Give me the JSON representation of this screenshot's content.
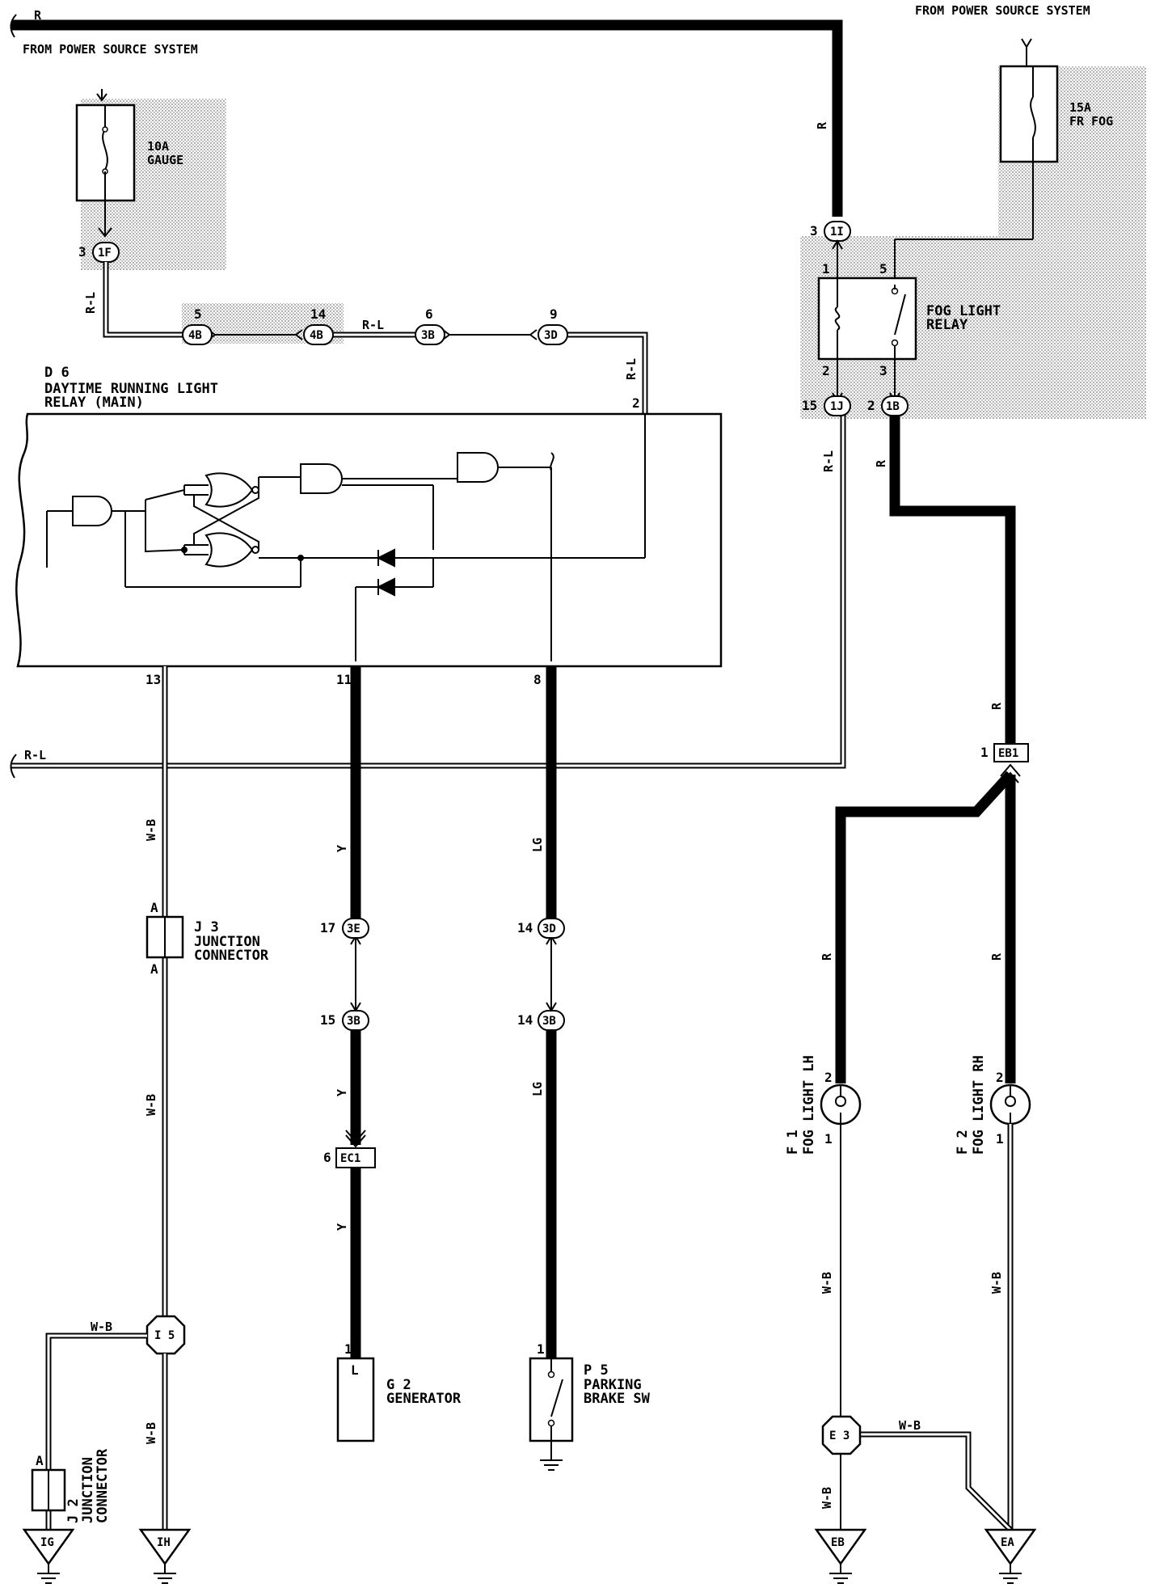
{
  "power": {
    "left_source": "FROM POWER SOURCE SYSTEM",
    "right_source": "FROM POWER SOURCE SYSTEM",
    "fuse_gauge_rating": "10A",
    "fuse_gauge_name": "GAUGE",
    "fuse_fog_rating": "15A",
    "fuse_fog_name": "FR FOG"
  },
  "relay_main": {
    "id": "D 6",
    "line1": "DAYTIME RUNNING LIGHT",
    "line2": "RELAY (MAIN)",
    "pin_2": "2",
    "pin_13": "13",
    "pin_11": "11",
    "pin_8": "8"
  },
  "fog_relay": {
    "line1": "FOG LIGHT",
    "line2": "RELAY",
    "pin_1": "1",
    "pin_2": "2",
    "pin_3": "3",
    "pin_5": "5"
  },
  "wires": {
    "r": "R",
    "rl": "R-L",
    "wb": "W-B",
    "y": "Y",
    "lg": "LG"
  },
  "connectors": {
    "c_1F": "1F",
    "c_1F_pin": "3",
    "c_4B_a": "4B",
    "c_4B_a_pin": "5",
    "c_4B_b": "4B",
    "c_4B_b_pin": "14",
    "c_3B_a": "3B",
    "c_3B_a_pin": "6",
    "c_3D_a": "3D",
    "c_3D_a_pin": "9",
    "c_1I": "1I",
    "c_1I_pin": "3",
    "c_1J": "1J",
    "c_1J_pin": "15",
    "c_1B": "1B",
    "c_1B_pin": "2",
    "c_EB1": "EB1",
    "c_EB1_pin": "1",
    "c_3E": "3E",
    "c_3E_pin": "17",
    "c_3D_b": "3D",
    "c_3D_b_pin": "14",
    "c_3B_b": "3B",
    "c_3B_b_pin": "15",
    "c_3B_c": "3B",
    "c_3B_c_pin": "14",
    "c_EC1": "EC1",
    "c_EC1_pin": "6"
  },
  "components": {
    "j3_id": "J 3",
    "j3_line1": "JUNCTION",
    "j3_line2": "CONNECTOR",
    "j3_pin": "A",
    "j2_id": "J 2",
    "j2_line1": "JUNCTION",
    "j2_line2": "CONNECTOR",
    "j2_pin": "A",
    "g2_id": "G 2",
    "g2_name": "GENERATOR",
    "g2_pin": "1",
    "g2_term": "L",
    "p5_id": "P 5",
    "p5_line1": "PARKING",
    "p5_line2": "BRAKE SW",
    "p5_pin": "1",
    "f1_id": "F 1",
    "f1_name": "FOG LIGHT LH",
    "f2_id": "F 2",
    "f2_name": "FOG LIGHT RH",
    "lamp_pin_2": "2",
    "lamp_pin_1": "1",
    "i5": "I 5",
    "e3": "E 3"
  },
  "grounds": {
    "ig": "IG",
    "ih": "IH",
    "eb": "EB",
    "ea": "EA"
  }
}
